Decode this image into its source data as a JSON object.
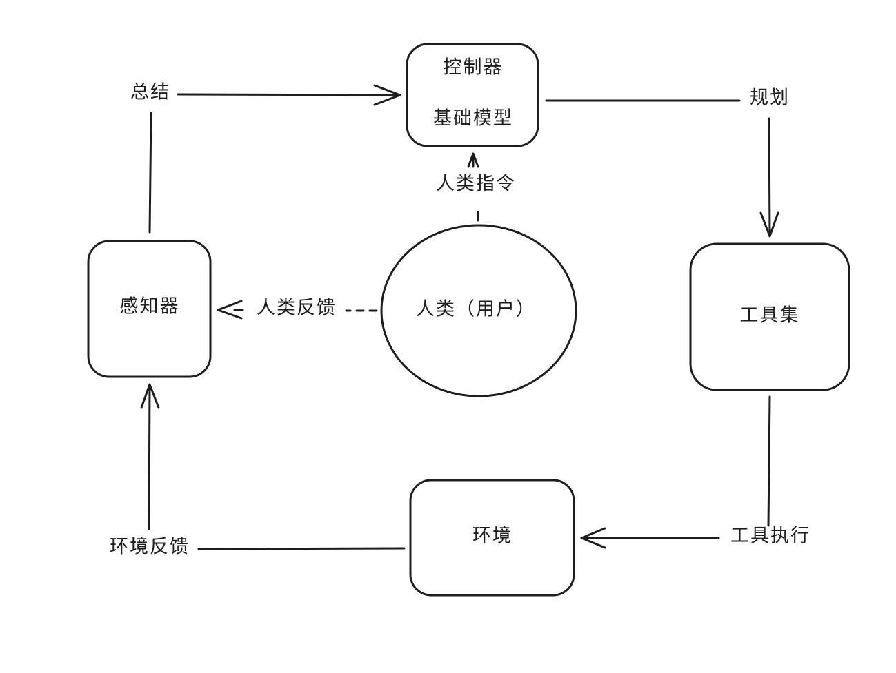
{
  "nodes": {
    "controller": {
      "line1": "控制器",
      "line2": "基础模型"
    },
    "perceiver": {
      "label": "感知器"
    },
    "human": {
      "label": "人类（用户）"
    },
    "toolset": {
      "label": "工具集"
    },
    "environment": {
      "label": "环境"
    }
  },
  "edges": {
    "summary": "总结",
    "planning": "规划",
    "human_instruction": "人类指令",
    "human_feedback": "人类反馈",
    "tool_execution": "工具执行",
    "environment_feedback": "环境反馈"
  },
  "style": {
    "stroke_color": "#1e1e1e",
    "background": "#ffffff"
  }
}
